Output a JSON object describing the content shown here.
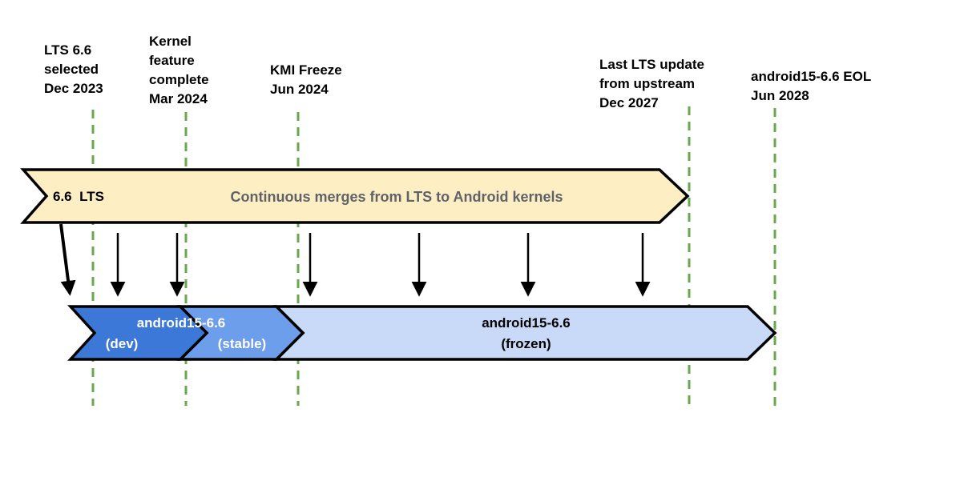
{
  "diagram": {
    "milestones": [
      {
        "label": "LTS 6.6\nselected\nDec 2023"
      },
      {
        "label": "Kernel\nfeature\ncomplete\nMar 2024"
      },
      {
        "label": "KMI Freeze\nJun 2024"
      },
      {
        "label": "Last LTS update\nfrom upstream\nDec 2027"
      },
      {
        "label": "android15-6.6 EOL\nJun 2028"
      }
    ],
    "banner": {
      "tag": "6.6  LTS",
      "description": "Continuous merges from LTS to Android kernels"
    },
    "track": {
      "dev_stable_title": "android15-6.6",
      "dev_label": "(dev)",
      "stable_label": "(stable)",
      "frozen_title": "android15-6.6",
      "frozen_label": "(frozen)"
    }
  },
  "colors": {
    "banner_fill": "#fdeec4",
    "banner_text": "#5f6368",
    "dev_fill": "#3c78d8",
    "stable_fill": "#6d9eeb",
    "frozen_fill": "#c9daf8",
    "guide_green": "#6aa84f",
    "outline": "#000000",
    "label_black": "#000000",
    "branch_text_light": "#ffffff",
    "branch_text_dark": "#000000"
  }
}
